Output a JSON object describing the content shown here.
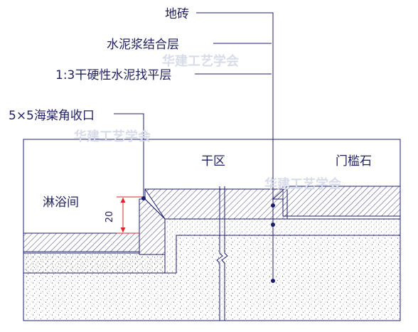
{
  "labels": {
    "floor_tile": "地砖",
    "cement_bond_layer": "水泥浆结合层",
    "leveling_layer": "1:3干硬性水泥找平层",
    "corner_trim": "5×5海棠角收口",
    "dry_zone": "干区",
    "threshold_stone": "门槛石",
    "shower_room": "淋浴间",
    "dimension": "20"
  },
  "watermark": "华建工艺学会",
  "colors": {
    "line": "#1c1c6e",
    "dimension": "#e0242a",
    "text": "#1f1f5e",
    "watermark": "#d7dce8"
  }
}
